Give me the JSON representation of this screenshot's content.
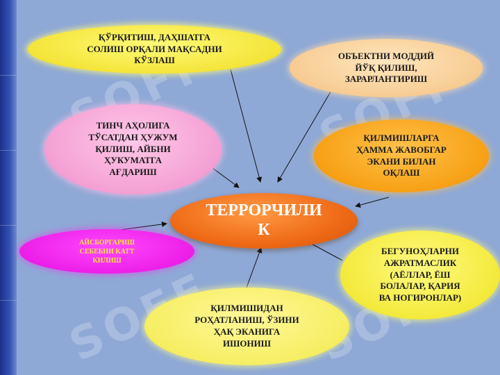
{
  "diagram": {
    "center": {
      "label": "ТЕРРОРЧИЛИ\nК",
      "color": "#ef6a16"
    },
    "nodes": [
      {
        "id": "o1",
        "label": "ҚЎРҚИТИШ, ДАҲШАТГА\nСОЛИШ ОРҚАЛИ МАҚСАДНИ\nКЎЗЛАШ",
        "color": "#f4e53a"
      },
      {
        "id": "o2",
        "label": "ОБЪЕКТНИ МОДДИЙ\nЙЎҚ ҚИЛИШ,\nЗАРАРЛАНТИРИШ",
        "color": "#f7cc93"
      },
      {
        "id": "o3",
        "label": "ТИНЧ АҲОЛИГА\nТЎСАТДАН ҲУЖУМ\nҚИЛИШ, АЙБНИ\nҲУКУМАТГА\nАҒДАРИШ",
        "color": "#f4a0d4"
      },
      {
        "id": "o4",
        "label": "ҚИЛМИШЛАРГА\nҲАММА ЖАВОБГАР\nЭКАНИ БИЛАН\nОҚЛАШ",
        "color": "#f7a015"
      },
      {
        "id": "o6",
        "label": "АЙСБОРГАРИШ\nСЕБЕБНИ КАТТ\nКИЛИШ",
        "color": "#ec1fe8"
      },
      {
        "id": "o7",
        "label": "БЕГУНОҲЛАРНИ\nАЖРАТМАСЛИК\n(АЁЛЛАР, ЁШ\nБОЛАЛАР, ҚАРИЯ\nВА НОГИРОНЛАР)",
        "color": "#f4ea3c"
      },
      {
        "id": "o8",
        "label": "ҚИЛМИШИДАН\nРОҲАТЛАНИШ, ЎЗИНИ\nҲАҚ ЭКАНИГА\nИШОНИШ",
        "color": "#f6ee62"
      }
    ],
    "watermark": "SOFF",
    "background": "#8fa9d6"
  }
}
